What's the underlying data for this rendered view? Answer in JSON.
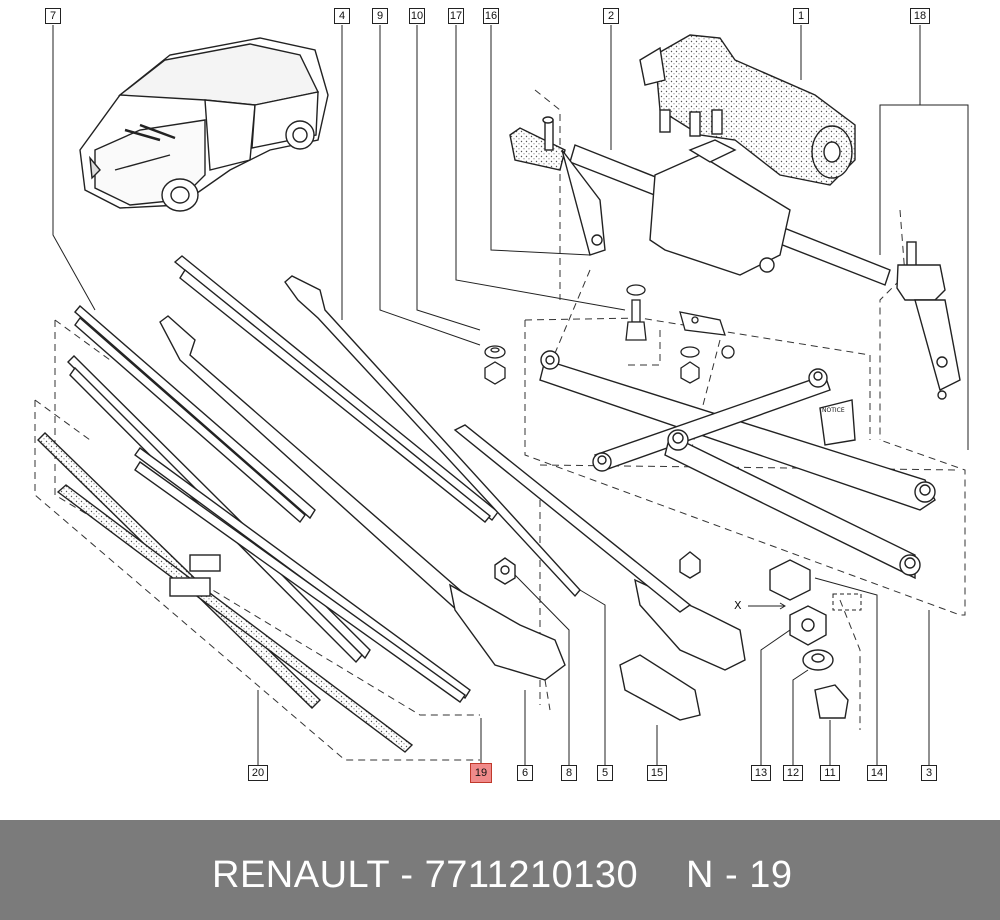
{
  "callouts": {
    "c7": "7",
    "c4": "4",
    "c9": "9",
    "c10": "10",
    "c17": "17",
    "c16": "16",
    "c2": "2",
    "c1": "1",
    "c18": "18",
    "c20": "20",
    "c19": "19",
    "c6": "6",
    "c8": "8",
    "c5": "5",
    "c15": "15",
    "c13": "13",
    "c12": "12",
    "c11": "11",
    "c14": "14",
    "c3": "3"
  },
  "labels": {
    "x_marker": "X",
    "notice": "NOTICE"
  },
  "colors": {
    "highlight": "#f08a8a",
    "footer_bg": "#7b7b7b",
    "footer_text": "#ffffff"
  },
  "footer": {
    "part_text": "RENAULT - 7711210130",
    "ref_text": "N - 19"
  }
}
